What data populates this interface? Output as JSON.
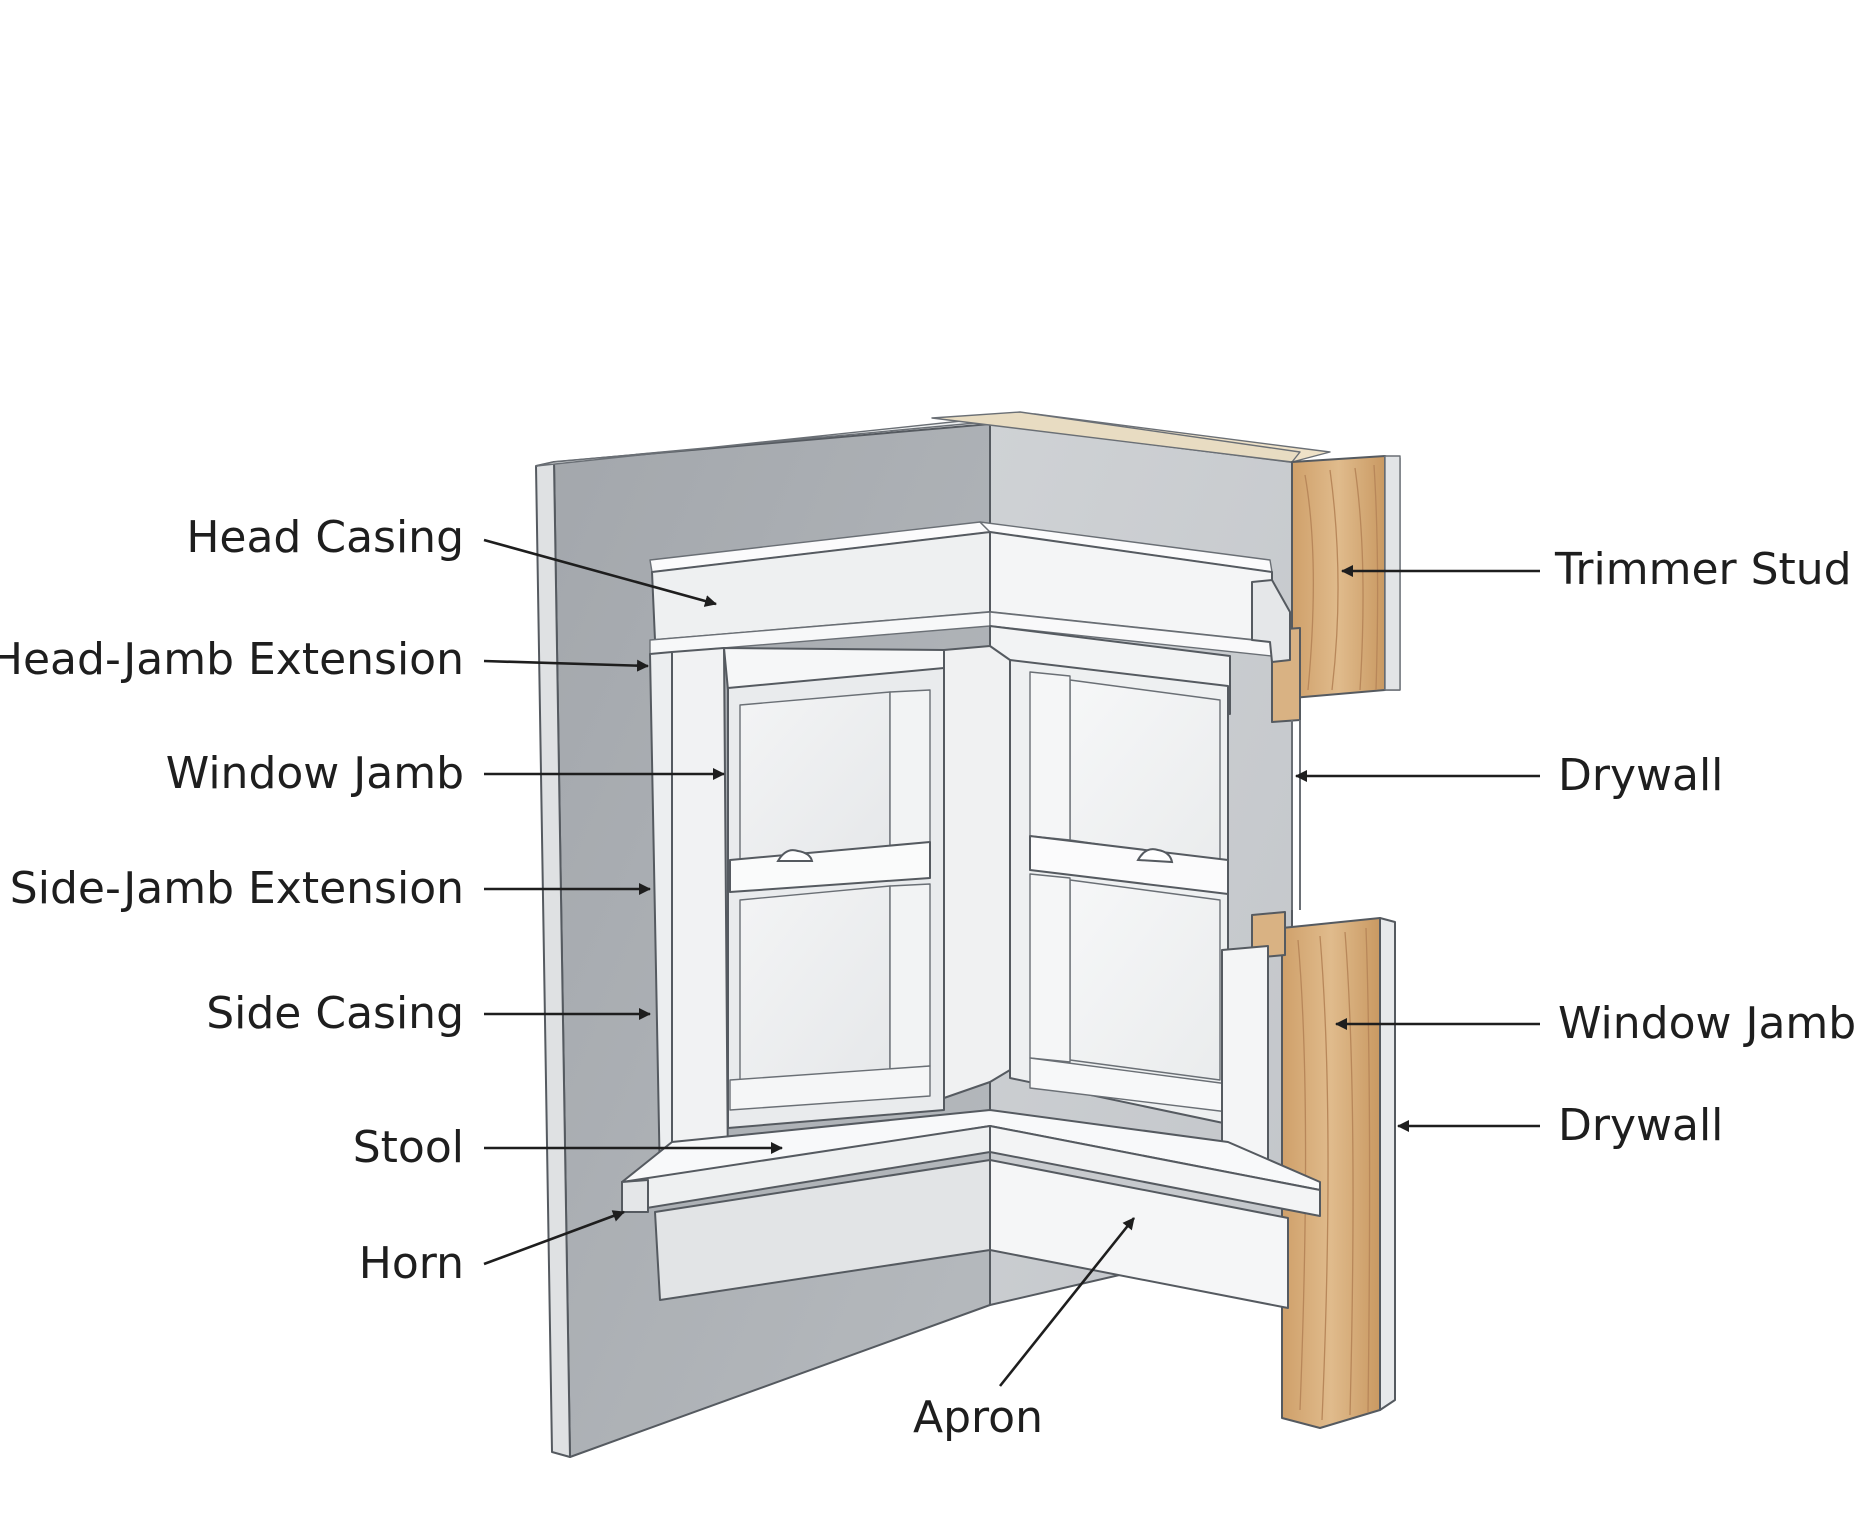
{
  "labels": {
    "head_casing": "Head Casing",
    "head_jamb_extension": "Head-Jamb Extension",
    "window_jamb_left": "Window Jamb",
    "side_jamb_extension": "Side-Jamb Extension",
    "side_casing": "Side Casing",
    "stool": "Stool",
    "horn": "Horn",
    "apron": "Apron",
    "trimmer_stud": "Trimmer Stud",
    "drywall_upper": "Drywall",
    "window_jamb_right": "Window Jamb",
    "drywall_lower": "Drywall"
  },
  "colors": {
    "wall_face": "#a7abb0",
    "wall_return": "#c9ccd0",
    "trim_white": "#f4f5f6",
    "lumber": "#d9b283",
    "label_ink": "#1e1e1e"
  }
}
